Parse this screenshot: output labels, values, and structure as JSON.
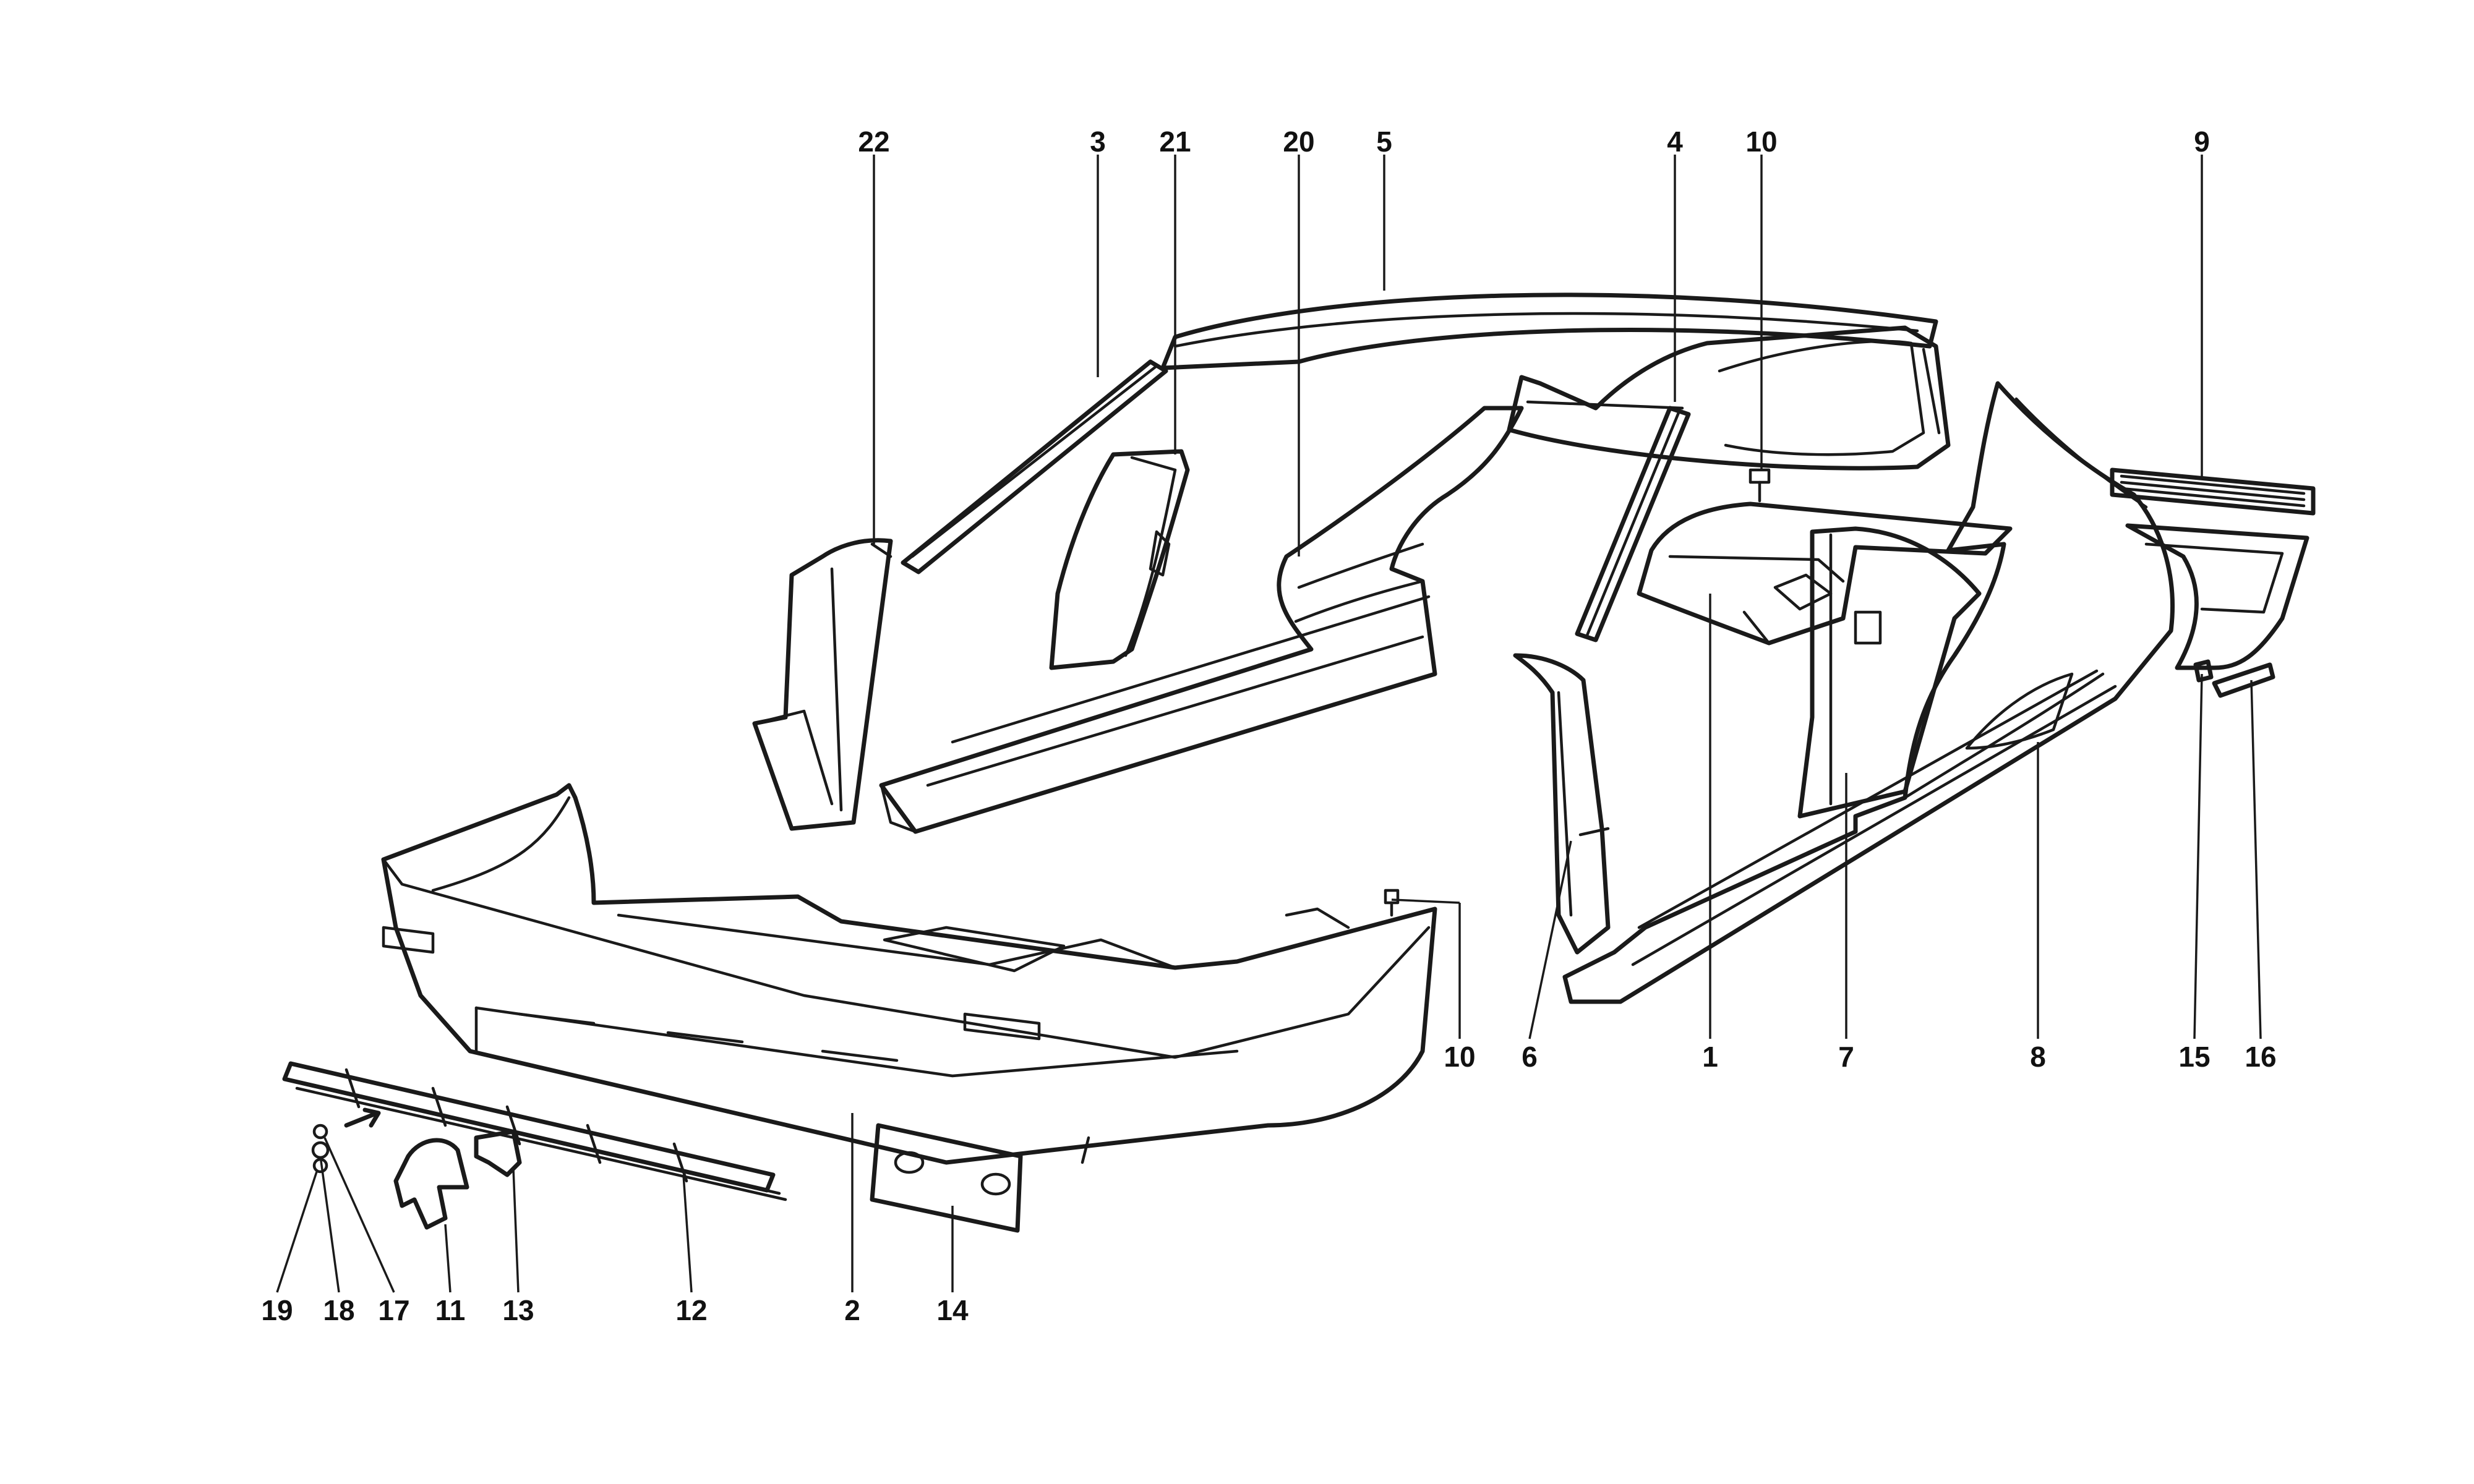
{
  "diagram": {
    "callouts": [
      {
        "id": "22",
        "label": "22"
      },
      {
        "id": "3",
        "label": "3"
      },
      {
        "id": "21",
        "label": "21"
      },
      {
        "id": "20",
        "label": "20"
      },
      {
        "id": "5",
        "label": "5"
      },
      {
        "id": "4",
        "label": "4"
      },
      {
        "id": "10a",
        "label": "10"
      },
      {
        "id": "9",
        "label": "9"
      },
      {
        "id": "10b",
        "label": "10"
      },
      {
        "id": "6",
        "label": "6"
      },
      {
        "id": "1",
        "label": "1"
      },
      {
        "id": "7",
        "label": "7"
      },
      {
        "id": "8",
        "label": "8"
      },
      {
        "id": "15",
        "label": "15"
      },
      {
        "id": "16",
        "label": "16"
      },
      {
        "id": "19",
        "label": "19"
      },
      {
        "id": "18",
        "label": "18"
      },
      {
        "id": "17",
        "label": "17"
      },
      {
        "id": "11",
        "label": "11"
      },
      {
        "id": "13",
        "label": "13"
      },
      {
        "id": "12",
        "label": "12"
      },
      {
        "id": "2",
        "label": "2"
      },
      {
        "id": "14",
        "label": "14"
      }
    ]
  }
}
